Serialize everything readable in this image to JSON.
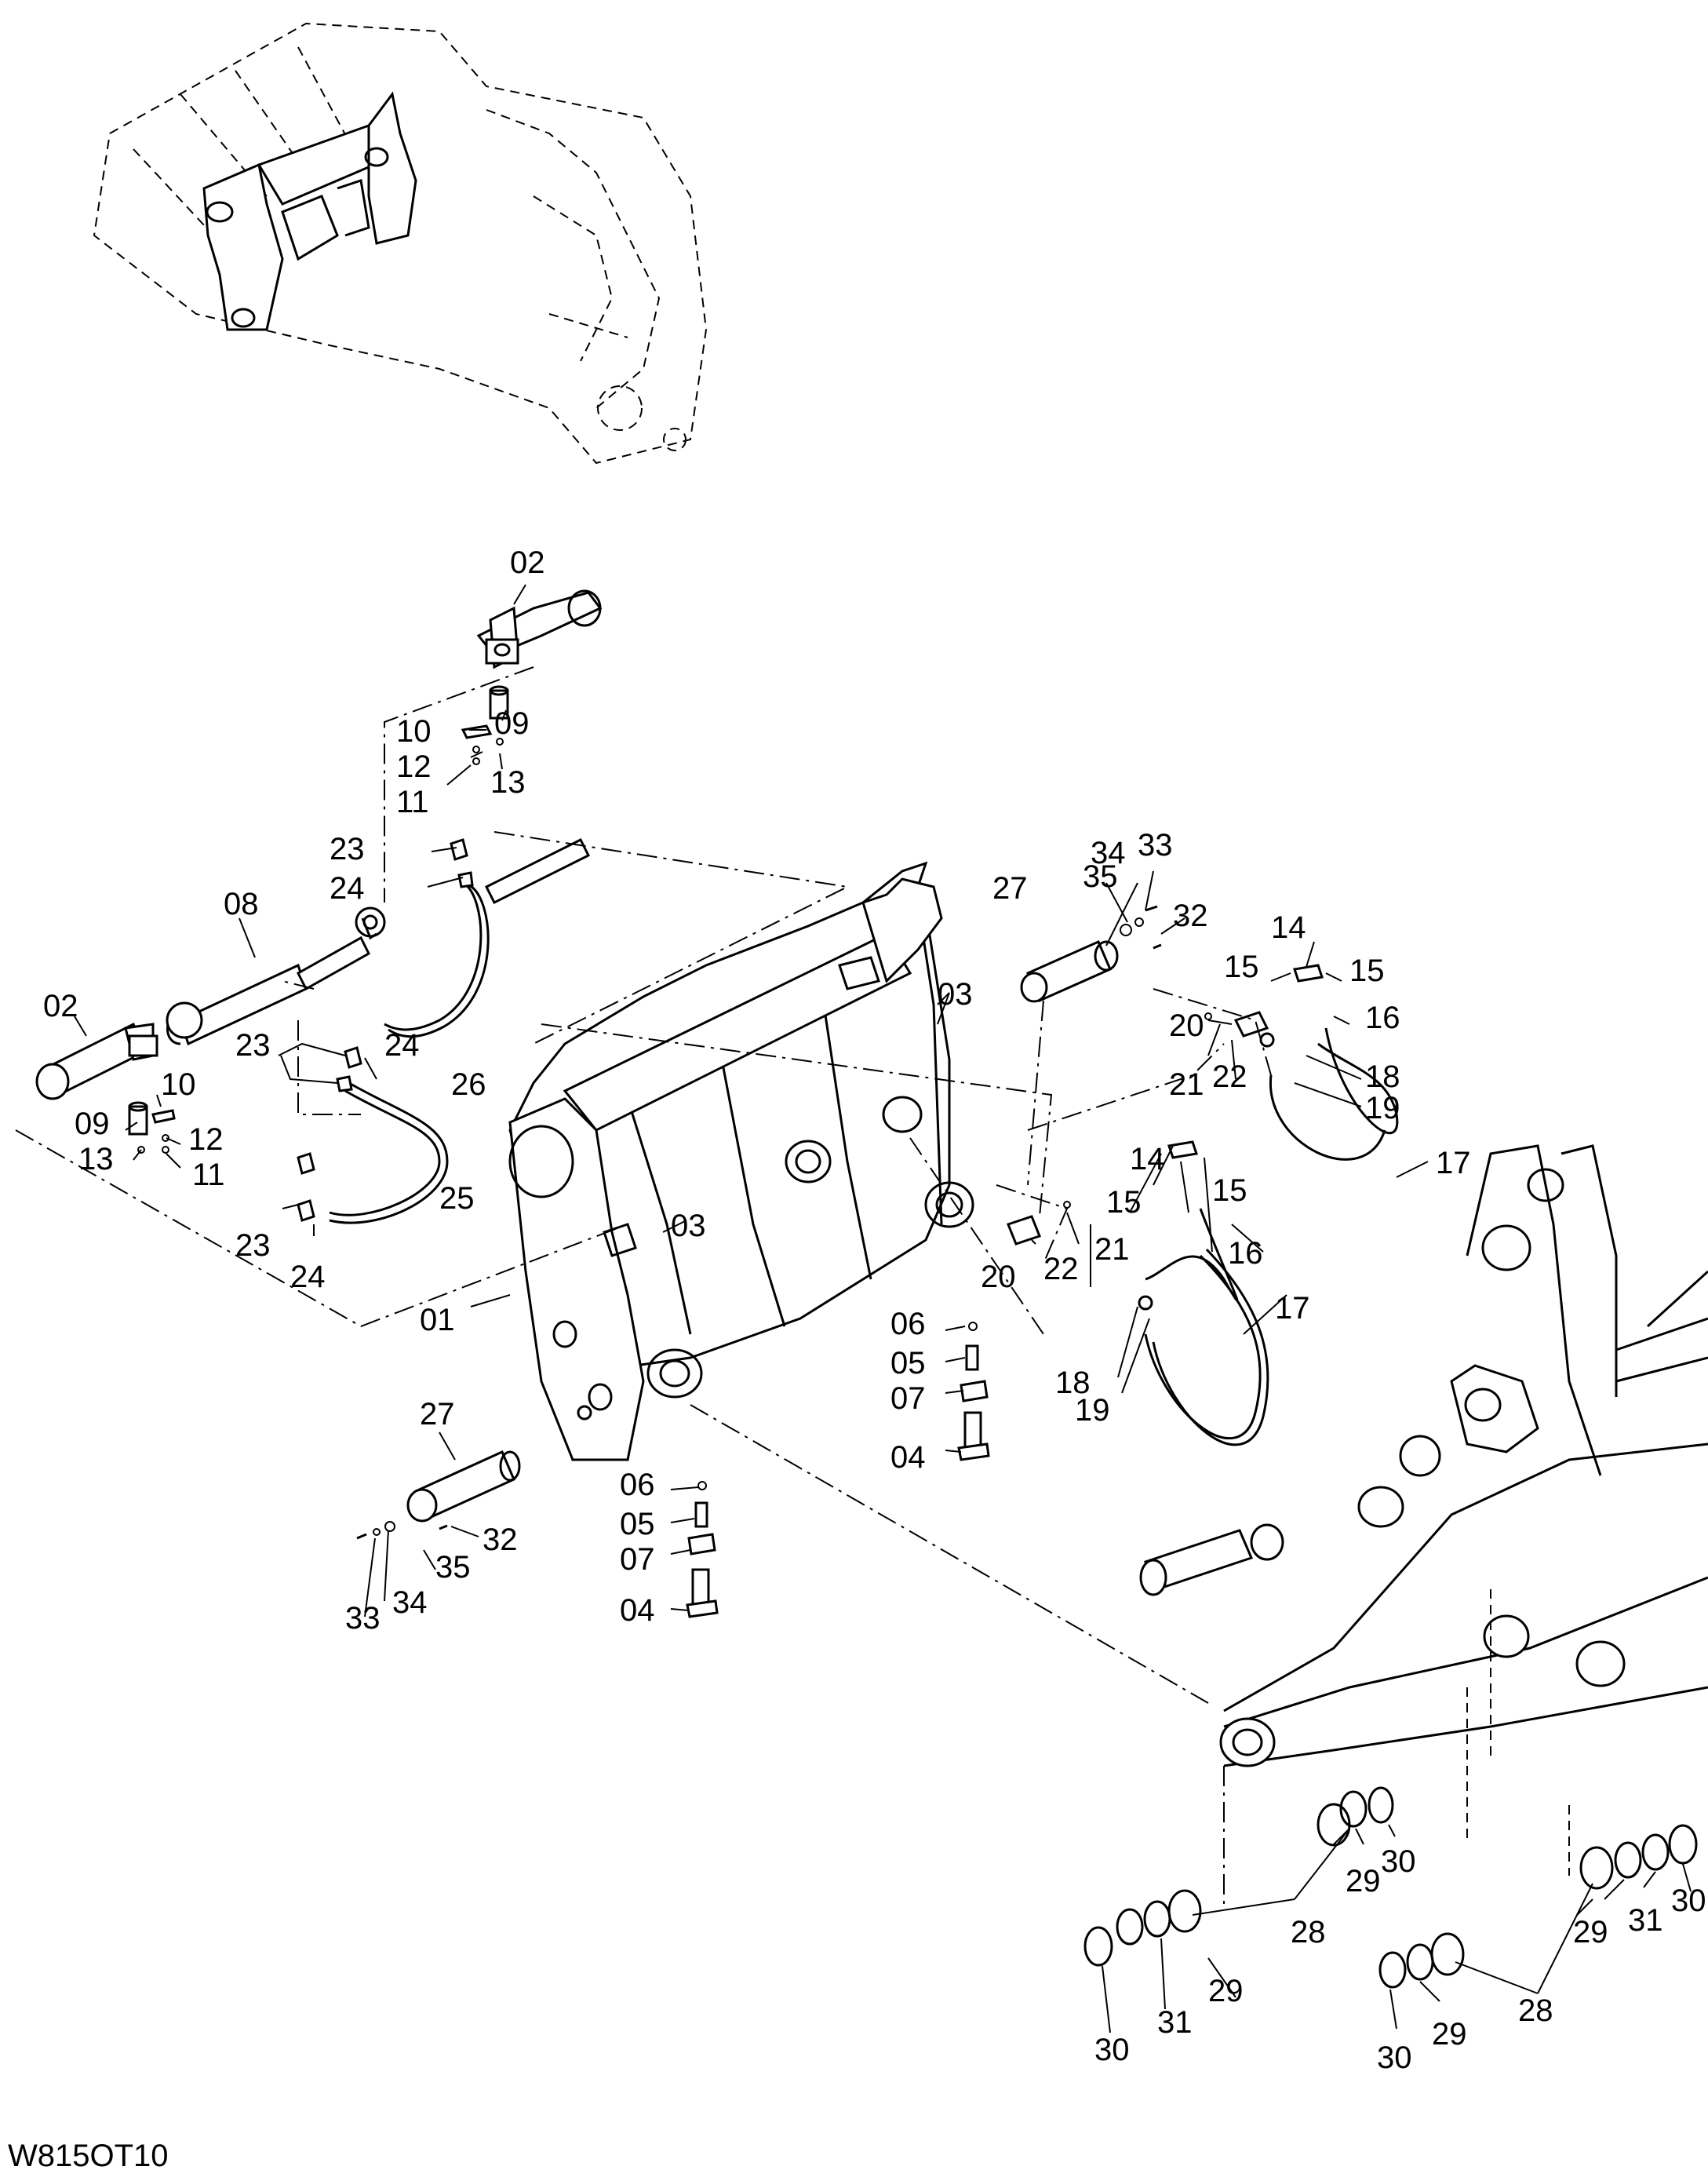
{
  "drawing_code": "W815OT10",
  "labels": {
    "a01": "01",
    "a02_top": "02",
    "a02_left": "02",
    "a03_right": "03",
    "a03_mid": "03",
    "a04_a": "04",
    "a04_b": "04",
    "a05_a": "05",
    "a05_b": "05",
    "a06_a": "06",
    "a06_b": "06",
    "a07_a": "07",
    "a07_b": "07",
    "a08": "08",
    "a09_top": "09",
    "a09_left": "09",
    "a10_top": "10",
    "a10_left": "10",
    "a11_top": "11",
    "a11_left": "11",
    "a12_top": "12",
    "a12_left": "12",
    "a13_top": "13",
    "a13_left": "13",
    "a14_a": "14",
    "a14_b": "14",
    "a15_a1": "15",
    "a15_a2": "15",
    "a15_b1": "15",
    "a15_b2": "15",
    "a16_a": "16",
    "a16_b": "16",
    "a17_a": "17",
    "a17_b": "17",
    "a18_a": "18",
    "a18_b": "18",
    "a19_a": "19",
    "a19_b": "19",
    "a20_a": "20",
    "a20_b": "20",
    "a21_a": "21",
    "a21_b": "21",
    "a22_a": "22",
    "a22_b": "22",
    "a23_a": "23",
    "a23_b": "23",
    "a23_c": "23",
    "a24_a": "24",
    "a24_b": "24",
    "a24_c": "24",
    "a25": "25",
    "a26": "26",
    "a27_a": "27",
    "a27_b": "27",
    "a28_a": "28",
    "a28_b": "28",
    "a29_a": "29",
    "a29_b": "29",
    "a29_c": "29",
    "a29_d": "29",
    "a30_a": "30",
    "a30_b": "30",
    "a30_c": "30",
    "a30_d": "30",
    "a31_a": "31",
    "a31_b": "31",
    "a32_a": "32",
    "a32_b": "32",
    "a33_a": "33",
    "a33_b": "33",
    "a34_a": "34",
    "a34_b": "34",
    "a35_a": "35",
    "a35_b": "35"
  }
}
